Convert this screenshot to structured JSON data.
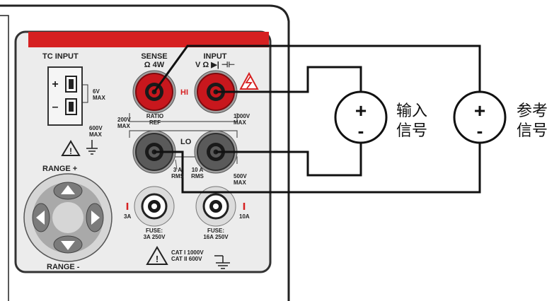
{
  "panel": {
    "tc_input": "TC INPUT",
    "tc_6v_line1": "6V",
    "tc_6v_line2": "MAX",
    "tc_600v_line1": "600V",
    "tc_600v_line2": "MAX",
    "sense_line1": "SENSE",
    "sense_line2": "Ω 4W",
    "input_line1": "INPUT",
    "input_line2": "V Ω",
    "hi": "HI",
    "lo": "LO",
    "ratio_line1": "RATIO",
    "ratio_line2": "REF",
    "v200_line1": "200V",
    "v200_line2": "MAX",
    "v1000_line1": "1000V",
    "v1000_line2": "MAX",
    "a3_line1": "3 A",
    "a3_line2": "RMS",
    "a10_line1": "10 A",
    "a10_line2": "RMS",
    "v500_line1": "500V",
    "v500_line2": "MAX",
    "range_top": "RANGE +",
    "range_bottom": "RANGE -",
    "term_3a": "3A",
    "term_10a": "10A",
    "fuse1_line1": "FUSE:",
    "fuse1_line2": "3A  250V",
    "fuse2_line1": "FUSE:",
    "fuse2_line2": "16A  250V",
    "cat1": "CAT I  1000V",
    "cat2": "CAT II  600V",
    "accent_color": "#d62021",
    "hi_terminal_color": "#c8171d",
    "lo_terminal_color": "#5a5a5a"
  },
  "sources": {
    "input_signal_line1": "输入",
    "input_signal_line2": "信号",
    "reference_signal_line1": "参考",
    "reference_signal_line2": "信号",
    "plus": "+",
    "minus": "-"
  }
}
